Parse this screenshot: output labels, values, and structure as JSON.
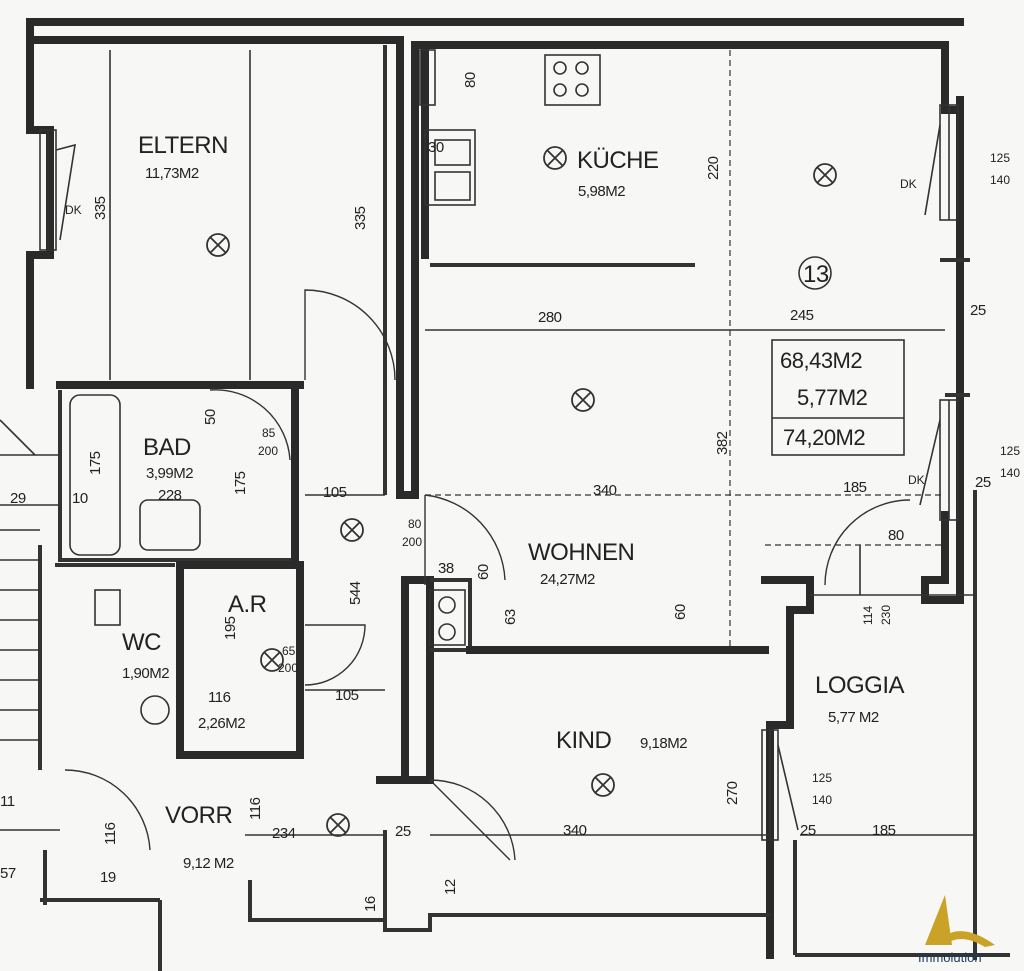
{
  "rooms": {
    "eltern": {
      "name": "ELTERN",
      "area": "11,73M2"
    },
    "kueche": {
      "name": "KÜCHE",
      "area": "5,98M2"
    },
    "bad": {
      "name": "BAD",
      "area": "3,99M2"
    },
    "wc": {
      "name": "WC",
      "area": "1,90M2"
    },
    "ar": {
      "name": "A.R",
      "area": "2,26M2"
    },
    "wohnen": {
      "name": "WOHNEN",
      "area": "24,27M2"
    },
    "kind": {
      "name": "KIND",
      "area": "9,18M2"
    },
    "loggia": {
      "name": "LOGGIA",
      "area": "5,77 M2"
    },
    "vorr": {
      "name": "VORR",
      "area": "9,12 M2"
    }
  },
  "summary": {
    "unit_number": "13",
    "living_area": "68,43M2",
    "loggia_area": "5,77M2",
    "total_area": "74,20M2"
  },
  "dimensions": {
    "d_280": "280",
    "d_245": "245",
    "d_340_wohnen": "340",
    "d_185_top": "185",
    "d_340_kind": "340",
    "d_185_bottom": "185",
    "d_335_left": "335",
    "d_335_mid": "335",
    "d_220": "220",
    "d_382": "382",
    "d_270": "270",
    "d_125_140_a_top": "125",
    "d_125_140_a_bot": "140",
    "d_125_140_b_top": "125",
    "d_125_140_b_bot": "140",
    "d_125_140_c_top": "125",
    "d_125_140_c_bot": "140",
    "d_25_a": "25",
    "d_25_b": "25",
    "d_25_c": "25",
    "d_25_d": "25",
    "d_105_a": "105",
    "d_105_b": "105",
    "d_228": "228",
    "d_175_a": "175",
    "d_175_b": "175",
    "d_116_a": "116",
    "d_116_b": "116",
    "d_116_c": "116",
    "d_234": "234",
    "d_544": "544",
    "d_80_a": "80",
    "d_80_b": "80",
    "d_38": "38",
    "d_63": "63",
    "d_60_a": "60",
    "d_60_b": "60",
    "d_30": "30",
    "d_29": "29",
    "d_10": "10",
    "d_195": "195",
    "d_85_200_a_top": "85",
    "d_85_200_a_bot": "200",
    "d_80_200_top": "80",
    "d_80_200_bot": "200",
    "d_65_200_top": "65",
    "d_65_200_bot": "200",
    "d_114_230_top": "114",
    "d_114_230_bot": "230",
    "d_12": "12",
    "d_57": "57",
    "d_11": "11",
    "d_19": "19",
    "d_16": "16",
    "d_50": "50",
    "d_dk_a": "DK",
    "d_dk_b": "DK",
    "d_dk_c": "DK"
  },
  "branding": {
    "logo_text": "Immolution",
    "logo_color": "#c9a227",
    "text_color": "#1a3a5e"
  }
}
